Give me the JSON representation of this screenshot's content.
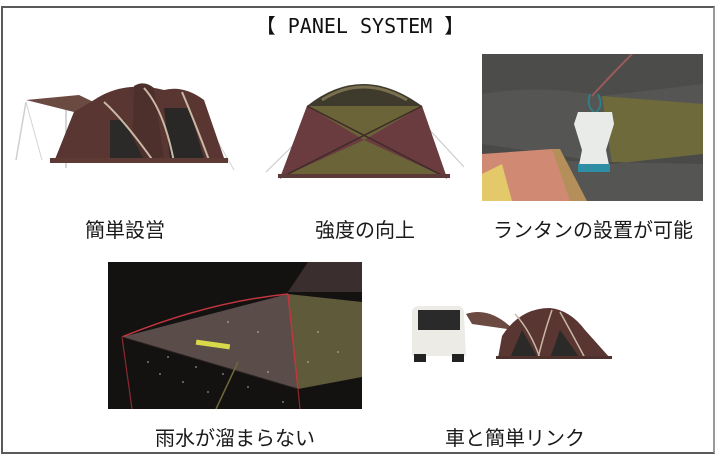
{
  "title": "【 PANEL SYSTEM 】",
  "panels": [
    {
      "id": "easy-setup",
      "caption": "簡単設営",
      "image": "tunnel-tent-side-view"
    },
    {
      "id": "strength",
      "caption": "強度の向上",
      "image": "dome-tent-front-view"
    },
    {
      "id": "lantern",
      "caption": "ランタンの設置が可能",
      "image": "lantern-hanging-inside-tent"
    },
    {
      "id": "rain",
      "caption": "雨水が溜まらない",
      "image": "tent-roof-in-rain"
    },
    {
      "id": "car-link",
      "caption": "車と簡単リンク",
      "image": "tent-connected-to-car"
    }
  ],
  "colors": {
    "tent_brown": "#5b3a35",
    "tent_olive": "#6e6a3a",
    "frame_border": "#5a5a5a",
    "text": "#1a1a1a"
  }
}
